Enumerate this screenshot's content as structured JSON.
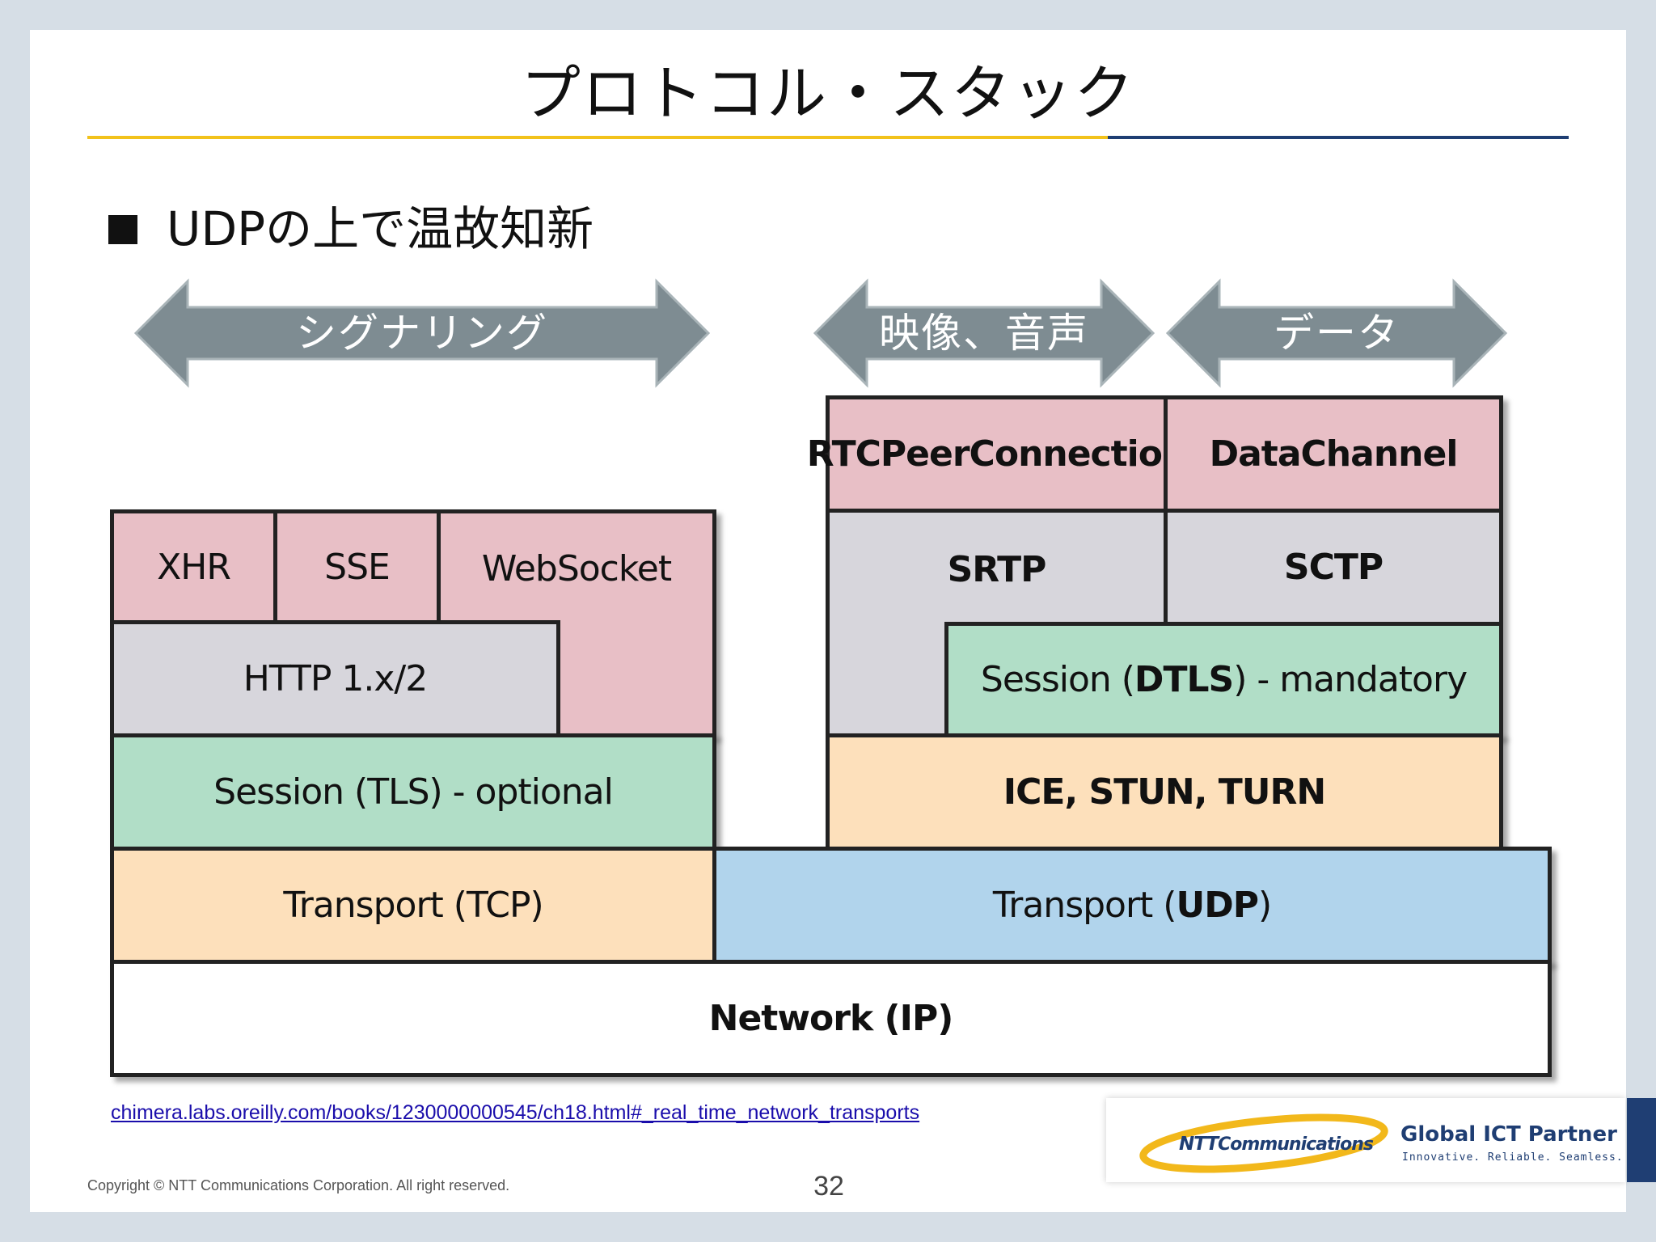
{
  "title": "プロトコル・スタック",
  "bullet": "UDPの上で温故知新",
  "arrows": {
    "signaling": "シグナリング",
    "media": "映像、音声",
    "data": "データ"
  },
  "stack": {
    "xhr": "XHR",
    "sse": "SSE",
    "websocket": "WebSocket",
    "http": "HTTP 1.x/2",
    "session_tls": "Session (TLS) - optional",
    "transport_tcp": "Transport (TCP)",
    "rtcpeer": "RTCPeerConnection",
    "datachannel": "DataChannel",
    "srtp": "SRTP",
    "sctp": "SCTP",
    "session_dtls_pre": "Session (",
    "session_dtls_bold": "DTLS",
    "session_dtls_post": ") - mandatory",
    "ice": "ICE, STUN, TURN",
    "transport_udp_pre": "Transport (",
    "transport_udp_bold": "UDP",
    "transport_udp_post": ")",
    "network": "Network (IP)"
  },
  "source_link": "chimera.labs.oreilly.com/books/1230000000545/ch18.html#_real_time_network_transports",
  "copyright": "Copyright © NTT Communications Corporation. All right reserved.",
  "page_number": "32",
  "logo": {
    "company_bold": "NTT",
    "company_rest": "Communications",
    "tagline_main": "Global ICT Partner",
    "tagline_sub": "Innovative. Reliable. Seamless."
  },
  "colors": {
    "accent_yellow": "#f2c21b",
    "accent_navy": "#1f3e73",
    "arrow_gray": "#7e8c92"
  }
}
